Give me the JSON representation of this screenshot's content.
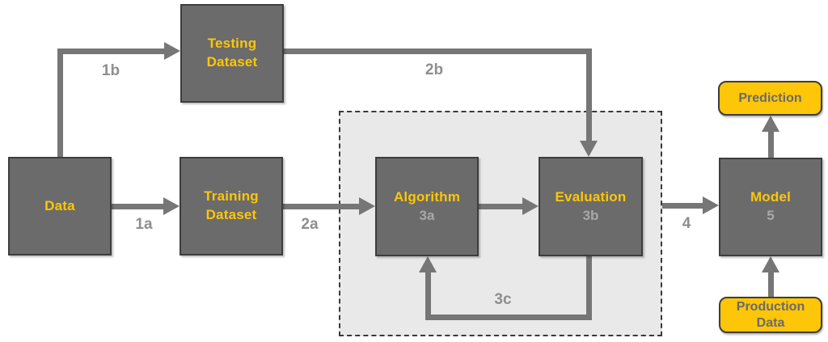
{
  "nodes": {
    "data": {
      "label": "Data"
    },
    "testing_dataset": {
      "label": "Testing\nDataset"
    },
    "training_dataset": {
      "label": "Training\nDataset"
    },
    "algorithm": {
      "label": "Algorithm",
      "number": "3a"
    },
    "evaluation": {
      "label": "Evaluation",
      "number": "3b"
    },
    "model": {
      "label": "Model",
      "number": "5"
    },
    "prediction": {
      "label": "Prediction"
    },
    "production_data": {
      "label": "Production\nData"
    }
  },
  "edges": {
    "e1a": "1a",
    "e1b": "1b",
    "e2a": "2a",
    "e2b": "2b",
    "e3c": "3c",
    "e4": "4"
  },
  "colors": {
    "box_fill": "#6b6b6b",
    "box_border": "#3d3d3d",
    "accent_yellow": "#fdc608",
    "arrow_gray": "#767676",
    "edge_label_gray": "#8e8e8e",
    "number_gray": "#a8a8a8",
    "container_fill": "#e9e9e9",
    "container_border": "#3a3a3a",
    "pill_text": "#6a6a6a"
  }
}
